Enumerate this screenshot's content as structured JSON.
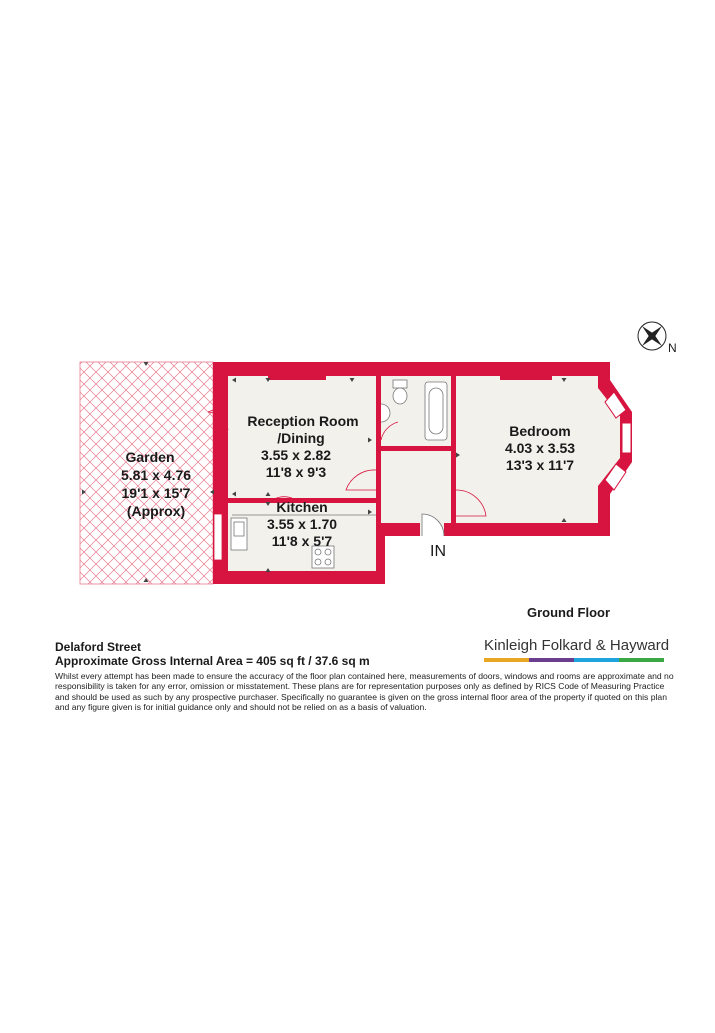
{
  "rooms": [
    {
      "key": "garden",
      "name": "Garden",
      "metric": "5.81 x 4.76",
      "imperial": "19'1 x 15'7",
      "note": "(Approx)"
    },
    {
      "key": "reception",
      "name": "Reception Room",
      "name2": "/Dining",
      "metric": "3.55 x 2.82",
      "imperial": "11'8 x 9'3"
    },
    {
      "key": "kitchen",
      "name": "Kitchen",
      "metric": "3.55 x 1.70",
      "imperial": "11'8 x 5'7"
    },
    {
      "key": "bedroom",
      "name": "Bedroom",
      "metric": "4.03 x 3.53",
      "imperial": "13'3 x 11'7"
    }
  ],
  "entrance_label": "IN",
  "compass_label": "N",
  "floor_label": "Ground Floor",
  "property": {
    "address": "Delaford Street",
    "area": "Approximate Gross Internal Area = 405 sq ft / 37.6 sq m",
    "disclaimer": "Whilst every attempt has been made to ensure the accuracy of the floor plan contained here, measurements of doors, windows and rooms are approximate and no responsibility is taken for any error, omission or misstatement. These plans are for representation purposes only as defined by RICS Code of Measuring Practice and should be used as such by any prospective purchaser. Specifically no guarantee is given on the gross internal floor area of the property if quoted on this plan and any figure given is for initial guidance only and should not be relied on as a basis of valuation."
  },
  "brand": {
    "name": "Kinleigh Folkard & Hayward",
    "colors": [
      "#e8a623",
      "#6a3d8f",
      "#1ea4dc",
      "#3aa845"
    ]
  },
  "colors": {
    "wall": "#d6143f",
    "floor": "#f3f1ec",
    "garden_hatch": "#e77a8e"
  }
}
